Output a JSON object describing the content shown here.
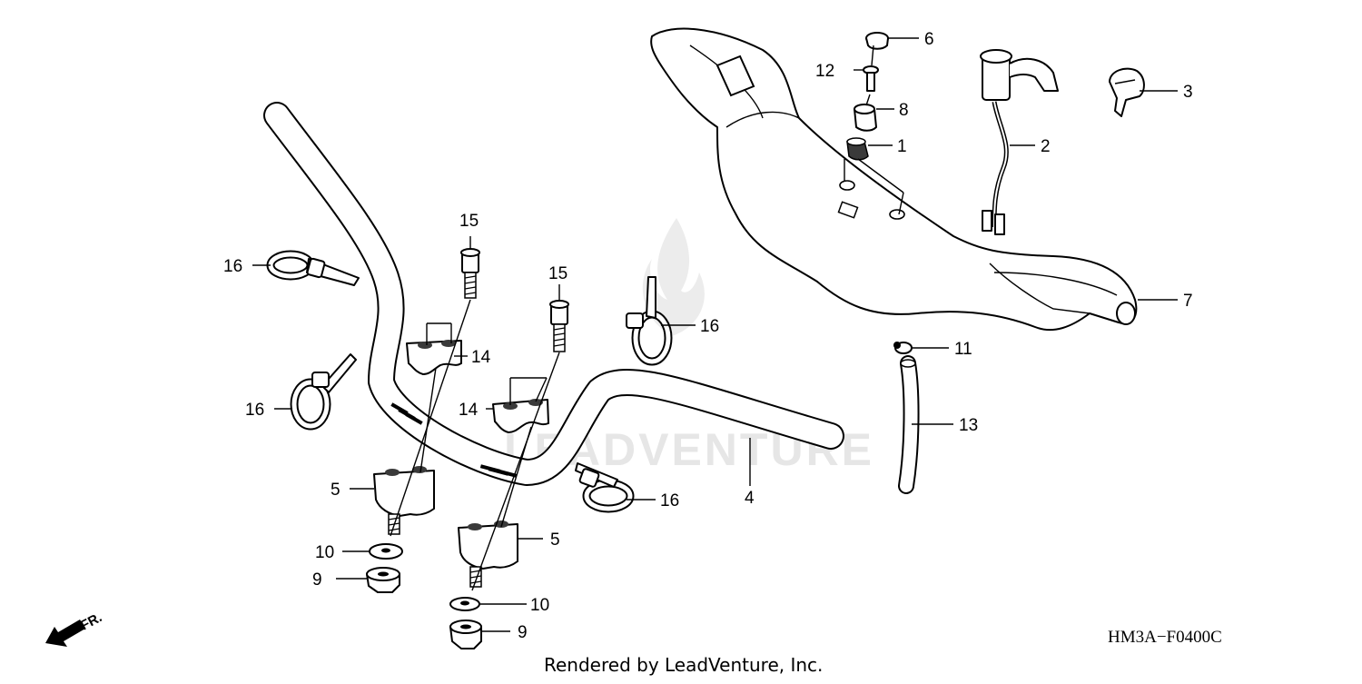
{
  "diagram": {
    "drawing_code": "HM3A−F0400C",
    "footer": "Rendered by LeadVenture, Inc.",
    "watermark": "LEADVENTURE",
    "front_arrow_label": "FR.",
    "callouts": {
      "c1": "1",
      "c2": "2",
      "c3": "3",
      "c4": "4",
      "c5a": "5",
      "c5b": "5",
      "c6": "6",
      "c7": "7",
      "c8": "8",
      "c9a": "9",
      "c9b": "9",
      "c10a": "10",
      "c10b": "10",
      "c11": "11",
      "c12": "12",
      "c13": "13",
      "c14a": "14",
      "c14b": "14",
      "c15a": "15",
      "c15b": "15",
      "c16a": "16",
      "c16b": "16",
      "c16c": "16",
      "c16d": "16"
    }
  },
  "colors": {
    "ink": "#000000",
    "paper": "#ffffff",
    "watermark": "#e6e6e6"
  }
}
